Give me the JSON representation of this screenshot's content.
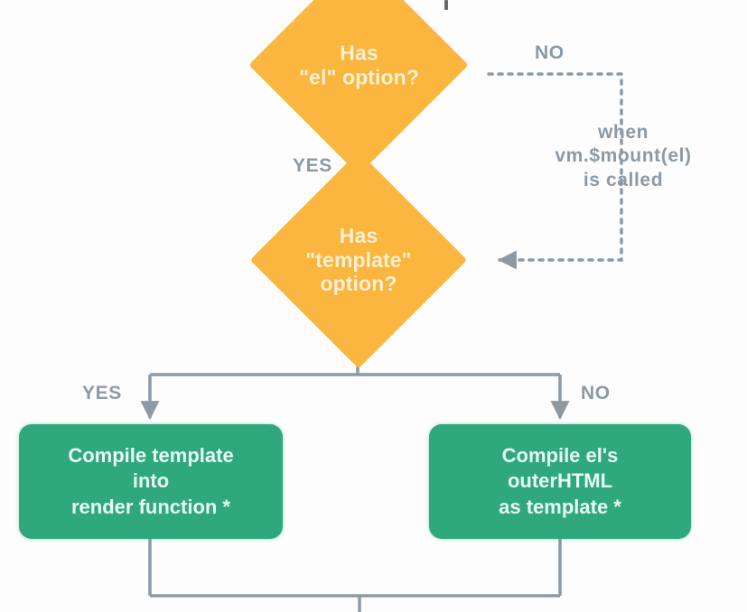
{
  "diagram": {
    "title": "Vue instance mounting decision flow",
    "colors": {
      "decision_fill": "#fab63e",
      "decision_text": "#fdf0d5",
      "process_fill": "#2ea87c",
      "process_text": "#e9fbf2",
      "connector": "#8d9aa6",
      "label_text": "#8d9aa6",
      "background": "#fdfdfd"
    },
    "nodes": {
      "decision_el": {
        "type": "decision",
        "label": "Has\n\"el\" option?"
      },
      "decision_template": {
        "type": "decision",
        "label": "Has\n\"template\" option?"
      },
      "process_compile_template": {
        "type": "process",
        "label": "Compile template\ninto\nrender function *"
      },
      "process_compile_outerhtml": {
        "type": "process",
        "label": "Compile el's\nouterHTML\nas template *"
      }
    },
    "edge_labels": {
      "el_no": "NO",
      "el_yes": "YES",
      "template_yes": "YES",
      "template_no": "NO",
      "mount_note": "when\nvm.$mount(el)\nis called"
    }
  }
}
